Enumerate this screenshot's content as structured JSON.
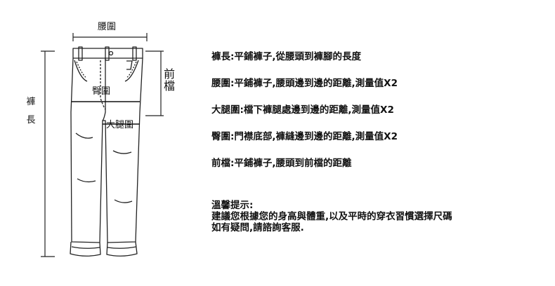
{
  "diagram": {
    "waist_label": "腰圍",
    "hip_label": "臀圍",
    "thigh_label": "大腿圍",
    "length_label": "褲長",
    "front_rise_label": "前檔"
  },
  "definitions": [
    {
      "term": "褲長",
      "text": "平鋪褲子,從腰頭到褲腳的長度"
    },
    {
      "term": "腰圍",
      "text": "平鋪褲子,腰頭邊到邊的距離,測量值X2"
    },
    {
      "term": "大腿圍",
      "text": "檔下褲腿處邊到邊的距離,測量值X2"
    },
    {
      "term": "臀圍",
      "text": "門襟底部,褲縫邊到邊的距離,測量值X2"
    },
    {
      "term": "前檔",
      "text": "平鋪褲子,腰頭到前檔的距離"
    }
  ],
  "tips": {
    "title": "溫馨提示:",
    "lines": [
      "建議您根據您的身高與體重,以及平時的穿衣習慣選擇尺碼",
      "如有疑問,請諮詢客服."
    ]
  }
}
